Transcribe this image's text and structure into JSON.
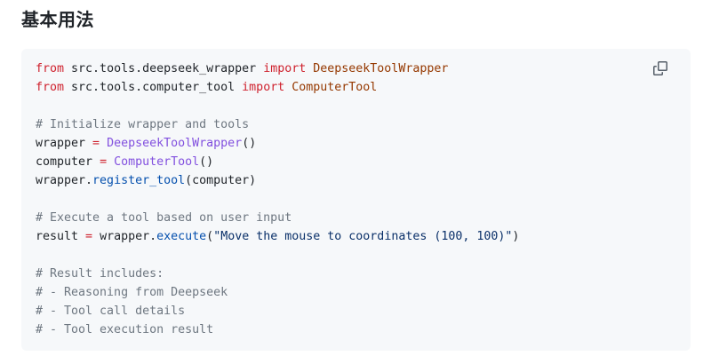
{
  "heading": {
    "text": "基本用法"
  },
  "code_block": {
    "background": "#f6f8fa",
    "copy_icon": "copy-icon",
    "palette": {
      "plain": "#1f2328",
      "keyword": "#cf222e",
      "import_name": "#953800",
      "constructor": "#8250df",
      "method": "#0550ae",
      "string": "#0a3069",
      "comment": "#6e7781",
      "icon": "#57606a"
    },
    "lines": [
      [
        {
          "s": "from",
          "c": "keyword"
        },
        {
          "s": " src.tools.deepseek_wrapper ",
          "c": "plain"
        },
        {
          "s": "import",
          "c": "keyword"
        },
        {
          "s": " ",
          "c": "plain"
        },
        {
          "s": "DeepseekToolWrapper",
          "c": "import_name"
        }
      ],
      [
        {
          "s": "from",
          "c": "keyword"
        },
        {
          "s": " src.tools.computer_tool ",
          "c": "plain"
        },
        {
          "s": "import",
          "c": "keyword"
        },
        {
          "s": " ",
          "c": "plain"
        },
        {
          "s": "ComputerTool",
          "c": "import_name"
        }
      ],
      [],
      [
        {
          "s": "# Initialize wrapper and tools",
          "c": "comment"
        }
      ],
      [
        {
          "s": "wrapper ",
          "c": "plain"
        },
        {
          "s": "=",
          "c": "keyword"
        },
        {
          "s": " ",
          "c": "plain"
        },
        {
          "s": "DeepseekToolWrapper",
          "c": "constructor"
        },
        {
          "s": "()",
          "c": "plain"
        }
      ],
      [
        {
          "s": "computer ",
          "c": "plain"
        },
        {
          "s": "=",
          "c": "keyword"
        },
        {
          "s": " ",
          "c": "plain"
        },
        {
          "s": "ComputerTool",
          "c": "constructor"
        },
        {
          "s": "()",
          "c": "plain"
        }
      ],
      [
        {
          "s": "wrapper.",
          "c": "plain"
        },
        {
          "s": "register_tool",
          "c": "method"
        },
        {
          "s": "(computer)",
          "c": "plain"
        }
      ],
      [],
      [
        {
          "s": "# Execute a tool based on user input",
          "c": "comment"
        }
      ],
      [
        {
          "s": "result ",
          "c": "plain"
        },
        {
          "s": "=",
          "c": "keyword"
        },
        {
          "s": " wrapper.",
          "c": "plain"
        },
        {
          "s": "execute",
          "c": "method"
        },
        {
          "s": "(",
          "c": "plain"
        },
        {
          "s": "\"Move the mouse to coordinates (100, 100)\"",
          "c": "string"
        },
        {
          "s": ")",
          "c": "plain"
        }
      ],
      [],
      [
        {
          "s": "# Result includes:",
          "c": "comment"
        }
      ],
      [
        {
          "s": "# - Reasoning from Deepseek",
          "c": "comment"
        }
      ],
      [
        {
          "s": "# - Tool call details",
          "c": "comment"
        }
      ],
      [
        {
          "s": "# - Tool execution result",
          "c": "comment"
        }
      ]
    ]
  }
}
